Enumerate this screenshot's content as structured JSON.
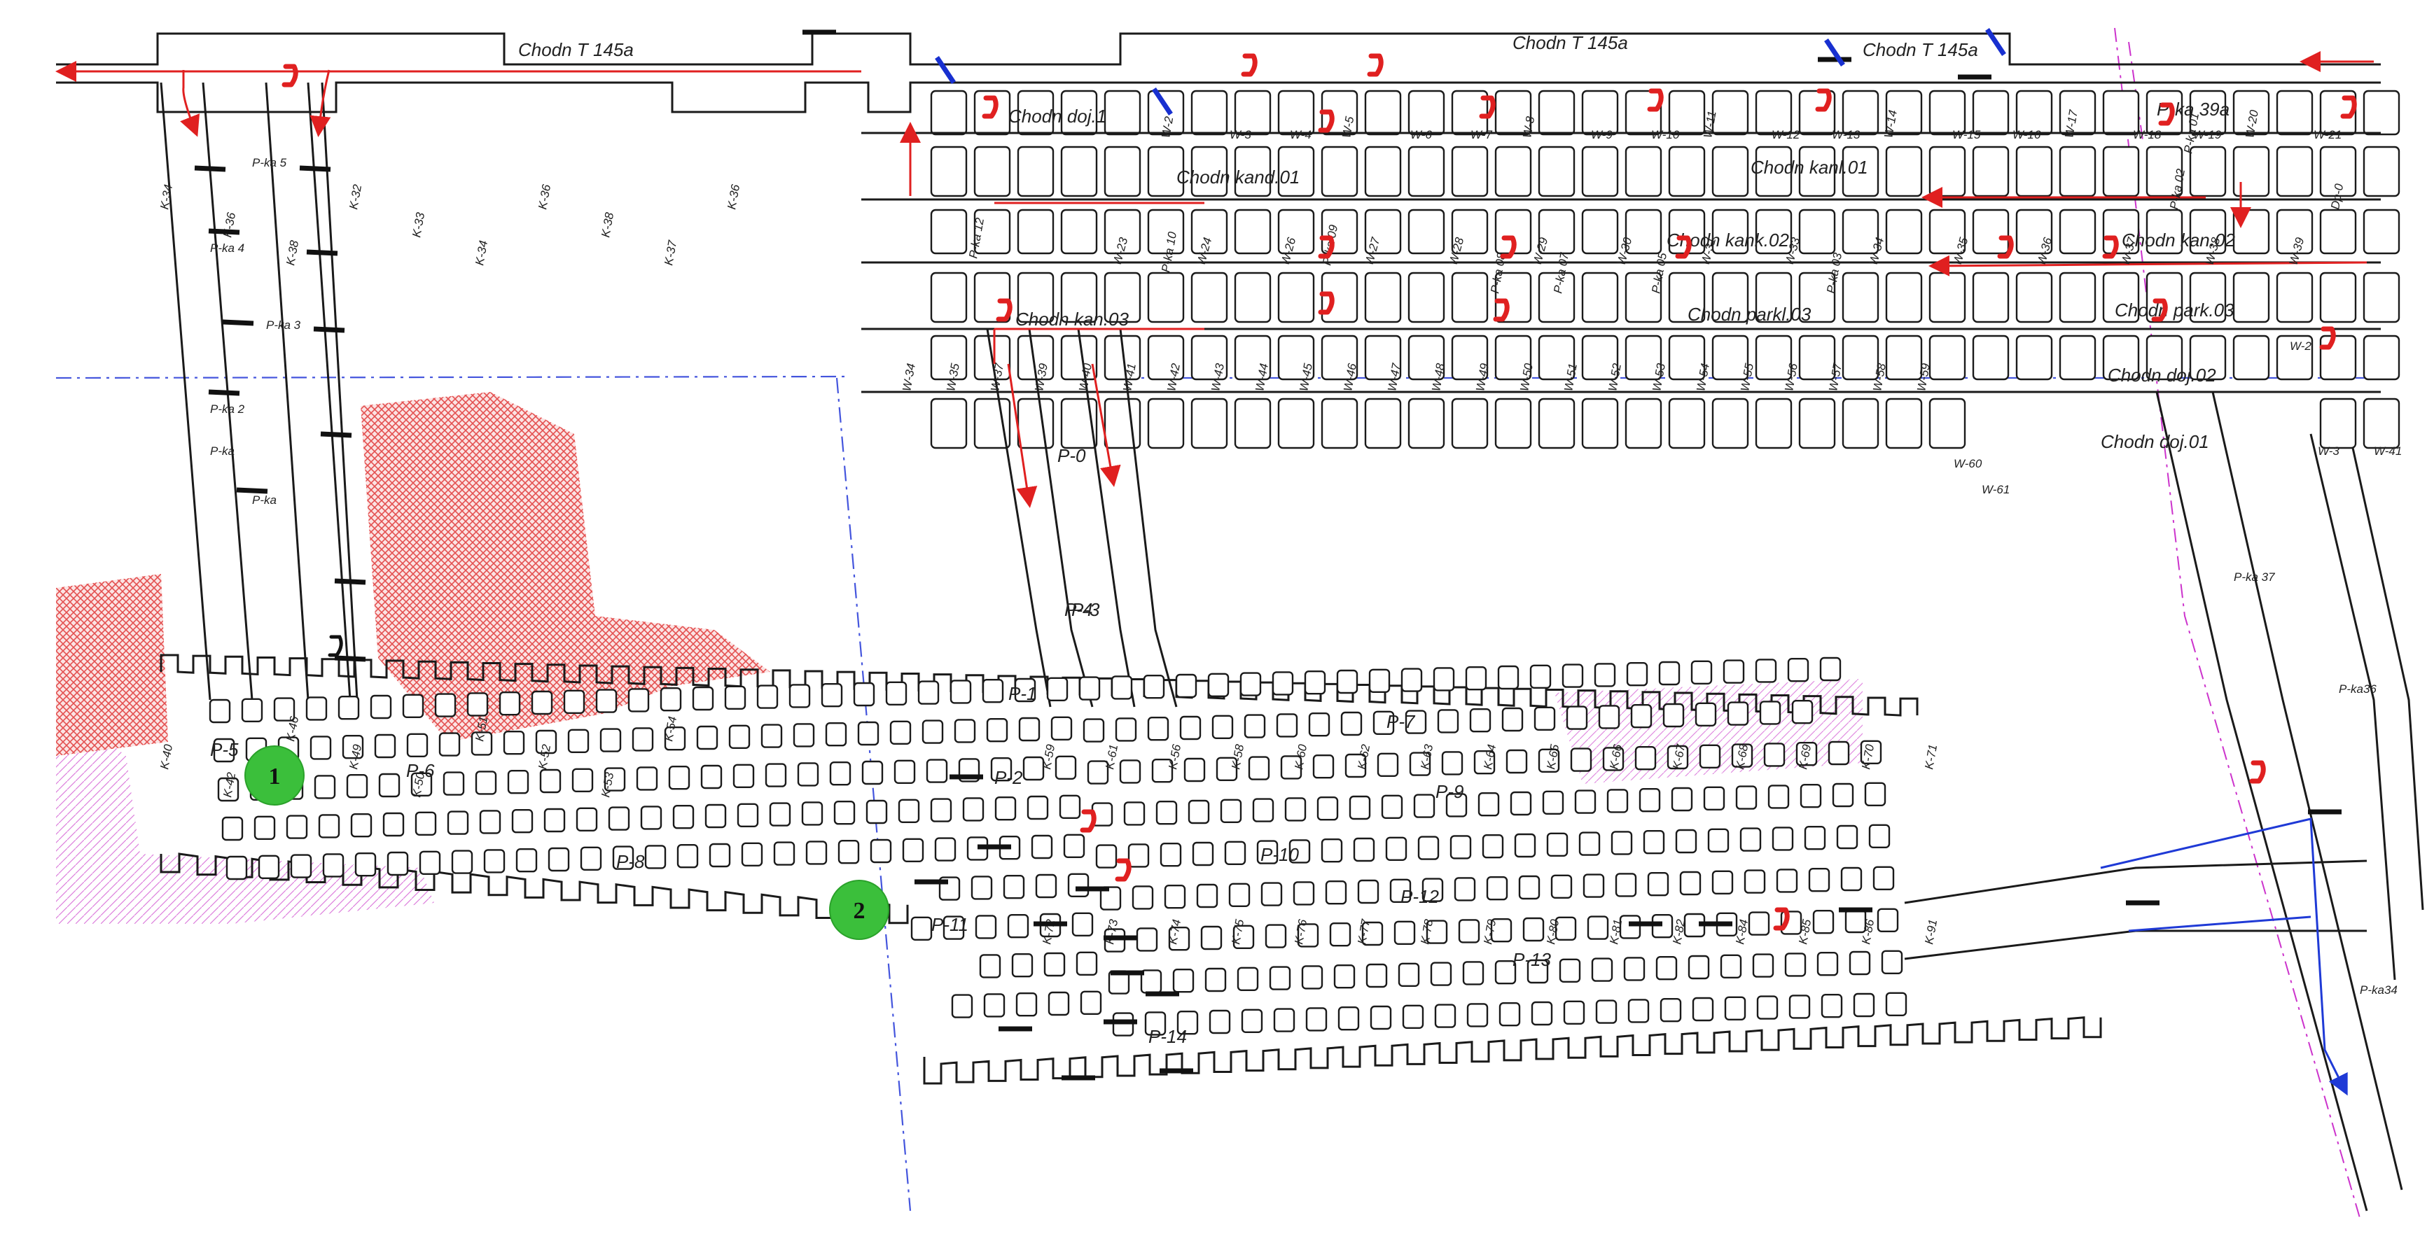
{
  "roads": {
    "top_left": "Chodn T 145a",
    "top_mid": "Chodn T 145a",
    "top_right": "Chodn T 145a"
  },
  "drifts": {
    "doj_1": "Chodn doj.1",
    "kand_01a": "Chodn kand.01",
    "kanl_01b": "Chodn kanl.01",
    "kank_02": "Chodn kank.02",
    "kan_02": "Chodn kan.02",
    "kan_03": "Chodn kan.03",
    "parkl_03": "Chodn parkl.03",
    "park_03": "Chodn park.03",
    "doj_02": "Chodn doj.02",
    "doj_01": "Chodn doj.01",
    "ka_39a": "P-ka 39a"
  },
  "labels_w_top": [
    "W-2",
    "W-3",
    "W-4",
    "W-5",
    "W-6",
    "W-7",
    "W-8",
    "W-9",
    "W-10",
    "W-11",
    "W-12",
    "W-13",
    "W-14",
    "W-15",
    "W-16",
    "W-17",
    "W-18",
    "W-19",
    "W-20",
    "W-21"
  ],
  "labels_w_mid": [
    "W-23",
    "W-24",
    "W-26",
    "W-27",
    "W-28",
    "W-29",
    "W-30",
    "W-31",
    "W-33",
    "W-34",
    "W-35",
    "W-36",
    "W-37",
    "W-38",
    "W-39"
  ],
  "labels_w_bottom": [
    "W-34",
    "W-35",
    "W-37",
    "W-39",
    "W-40",
    "W-41",
    "W-42",
    "W-43",
    "W-44",
    "W-45",
    "W-46",
    "W-47",
    "W-48",
    "W-49",
    "W-50",
    "W-51",
    "W-52",
    "W-53",
    "W-54",
    "W-55",
    "W-56",
    "W-57",
    "W-58",
    "W-59"
  ],
  "labels_misc": [
    "W-60",
    "W-61",
    "W-2",
    "W-3",
    "W-41",
    "P-ka 12",
    "P-ka 10",
    "P-ka 09",
    "P-ka 08",
    "P-ka 07",
    "P-ka 05",
    "P-ka 03",
    "P-ka 02",
    "P-ka 01",
    "Dp-0",
    "P-ka 37",
    "P-ka36",
    "P-ka34"
  ],
  "labels_k_left": [
    "K-34",
    "K-36",
    "K-38",
    "K-32",
    "K-33",
    "K-34",
    "K-36",
    "K-38",
    "K-37",
    "K-36",
    "K-40",
    "K-42",
    "K-46",
    "K-49",
    "K-50",
    "K-51",
    "K-52",
    "K-53",
    "K-54"
  ],
  "labels_k_mid": [
    "K-59",
    "K-61",
    "K-56",
    "K-58",
    "K-60",
    "K-62",
    "K-63",
    "K-64",
    "K-65",
    "K-66",
    "K-67",
    "K-68",
    "K-69",
    "K-70",
    "K-71",
    "K-72",
    "K-73",
    "K-74",
    "K-75",
    "K-76",
    "K-77",
    "K-78",
    "K-79",
    "K-80",
    "K-81",
    "K-82",
    "K-84",
    "K-85",
    "K-86",
    "K-91"
  ],
  "labels_p": [
    "P-0",
    "P-1",
    "P-2",
    "P-3",
    "P-4",
    "P-5",
    "P-6",
    "P-7",
    "P-8",
    "P-9",
    "P-10",
    "P-11",
    "P-12",
    "P-13",
    "P-14"
  ],
  "labels_p_ka_left": [
    "P-ka 5",
    "P-ka 4",
    "P-ka 3",
    "P-ka 2",
    "P-ka",
    "P-ka"
  ],
  "markers": {
    "m1": "1",
    "m2": "2"
  },
  "colors": {
    "tunnel": "#1a1a1a",
    "flow_red": "#e02020",
    "flow_blue": "#1f3ad6",
    "hatch_red": "#e02020",
    "dash_magenta": "#cc33cc",
    "dash_blue": "#4455dd",
    "marker_green": "#3bbf3b"
  }
}
